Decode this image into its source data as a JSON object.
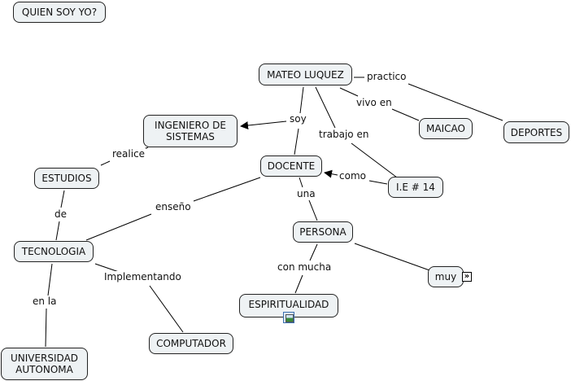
{
  "title": "QUIEN SOY YO?",
  "concepts": {
    "mateo": "MATEO LUQUEZ",
    "ingeniero": "INGENIERO DE\nSISTEMAS",
    "docente": "DOCENTE",
    "maicao": "MAICAO",
    "deportes": "DEPORTES",
    "ie14": "I.E # 14",
    "estudios": "ESTUDIOS",
    "tecnologia": "TECNOLOGIA",
    "persona": "PERSONA",
    "muy": "muy",
    "espiritualidad": "ESPIRITUALIDAD",
    "computador": "COMPUTADOR",
    "universidad": "UNIVERSIDAD\nAUTONOMA"
  },
  "linking_phrases": {
    "practico": "practico",
    "vivo_en": "vivo en",
    "soy": "soy",
    "trabajo_en": "trabajo en",
    "como": "como",
    "una": "una",
    "realice": "realice",
    "ensено": "enseño",
    "de": "de",
    "con_mucha": "con mucha",
    "implementando": "Implementando",
    "en_la": "en la"
  },
  "icons": {
    "image_resource": "image-icon",
    "expand_nested": "expand-icon"
  },
  "colors": {
    "node_fill": "#eef2f4",
    "node_border": "#222222",
    "line": "#000000"
  }
}
